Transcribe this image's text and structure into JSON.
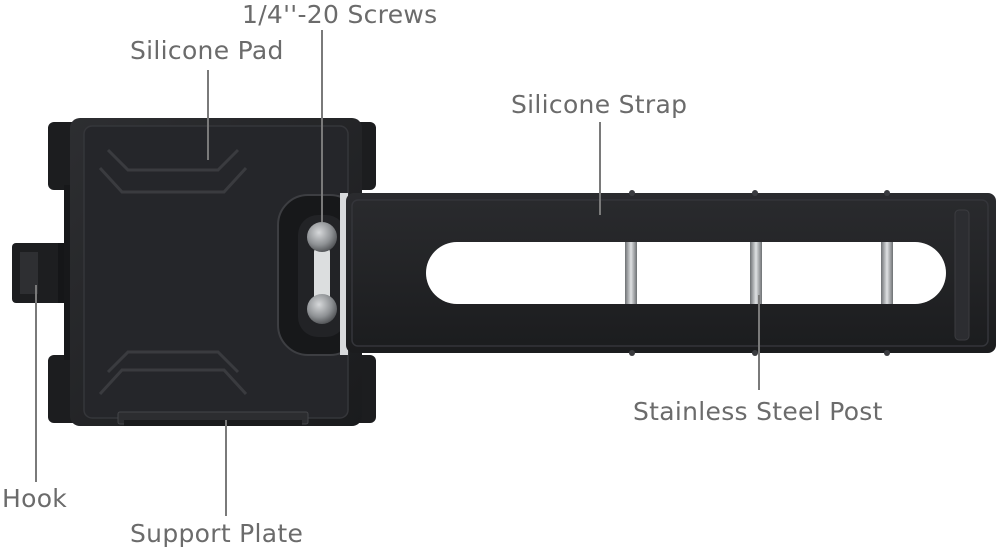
{
  "colors": {
    "label_text": "#6b6b6b",
    "leader_line": "#7a7a7a",
    "body_dark": "#1f2022",
    "body_mid": "#2a2b2e",
    "body_edge": "#3a3b3e",
    "steel": "#b9bcbf"
  },
  "labels": {
    "screws": "1/4''-20 Screws",
    "silicone_pad": "Silicone Pad",
    "silicone_strap": "Silicone Strap",
    "stainless_steel_post": "Stainless Steel Post",
    "hook": "Hook",
    "support_plate": "Support Plate"
  }
}
